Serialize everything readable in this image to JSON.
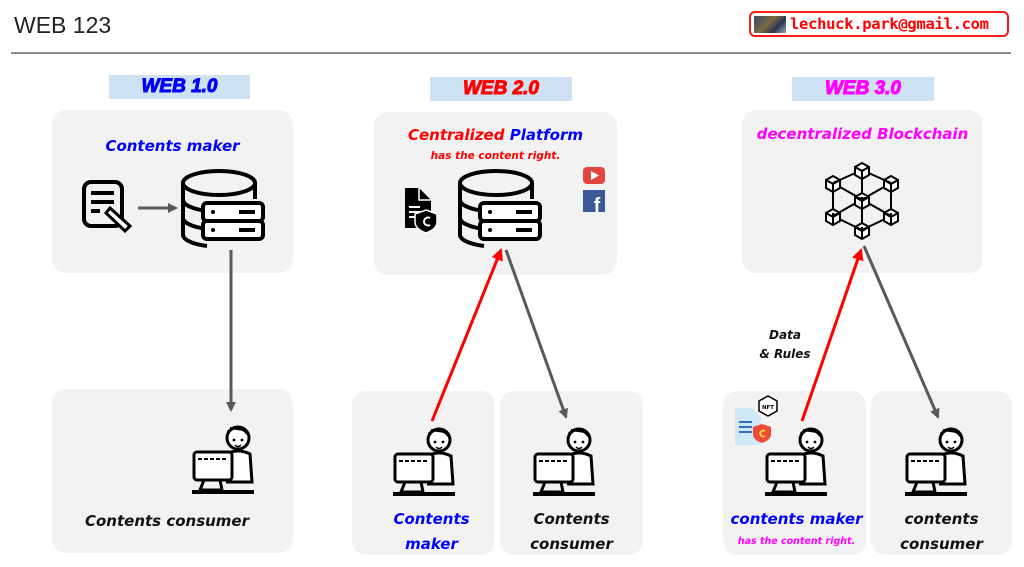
{
  "header": {
    "title": "WEB 123",
    "email": "lechuck.park@gmail.com"
  },
  "colors": {
    "web1": "#0000ff",
    "web2": "#ff0000",
    "web3": "#ff00ff",
    "arrow_gray": "#595959",
    "arrow_red": "#ff0000",
    "panel": "#f2f2f2",
    "label_bg": "#cfe2f3"
  },
  "web1": {
    "label": "WEB 1.0",
    "top": {
      "title": "Contents maker"
    },
    "bottom": {
      "title": "Contents consumer"
    }
  },
  "web2": {
    "label": "WEB 2.0",
    "top": {
      "title_part1": "Centralized",
      "title_part2": "Platform",
      "subtitle": "has the content right."
    },
    "bottom_left": {
      "line1": "Contents",
      "line2": "maker"
    },
    "bottom_right": {
      "line1": "Contents",
      "line2": "consumer"
    }
  },
  "web3": {
    "label": "WEB 3.0",
    "top": {
      "title": "decentralized Blockchain"
    },
    "arrow_note": {
      "line1": "Data",
      "line2": "& Rules"
    },
    "nft_badge": "NFT",
    "bottom_left": {
      "title": "contents maker",
      "subtitle": "has the content right."
    },
    "bottom_right": {
      "line1": "contents",
      "line2": "consumer"
    }
  }
}
